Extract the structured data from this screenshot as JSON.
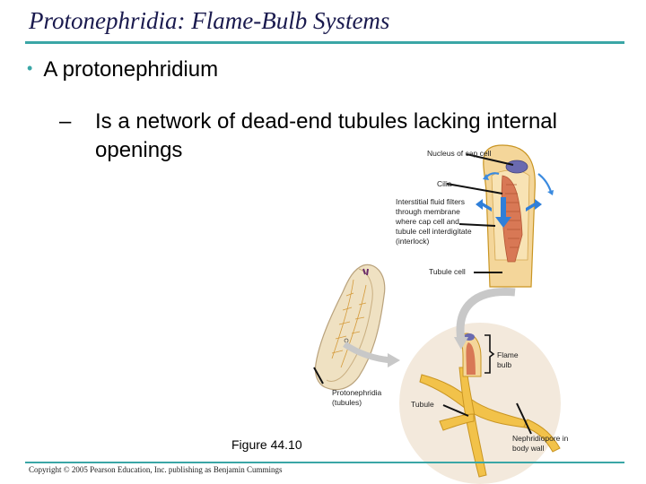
{
  "slide": {
    "title": "Protonephridia: Flame-Bulb Systems",
    "bullet_1": "A protonephridium",
    "bullet_1_mark": "•",
    "bullet_2": "Is a network of dead-end tubules lacking internal openings",
    "bullet_2_mark": "–",
    "figure_caption": "Figure 44.10",
    "copyright": "Copyright © 2005 Pearson Education, Inc. publishing as Benjamin Cummings"
  },
  "labels": {
    "nucleus": "Nucleus of cap cell",
    "cilia": "Cilia",
    "interstitial": "Interstitial fluid filters through membrane where cap cell and tubule cell interdigitate (interlock)",
    "tubule_cell": "Tubule cell",
    "flame_bulb": "Flame bulb",
    "protonephridia": "Protonephridia (tubules)",
    "tubule": "Tubule",
    "nephridiopore": "Nephridiopore in body wall"
  }
}
